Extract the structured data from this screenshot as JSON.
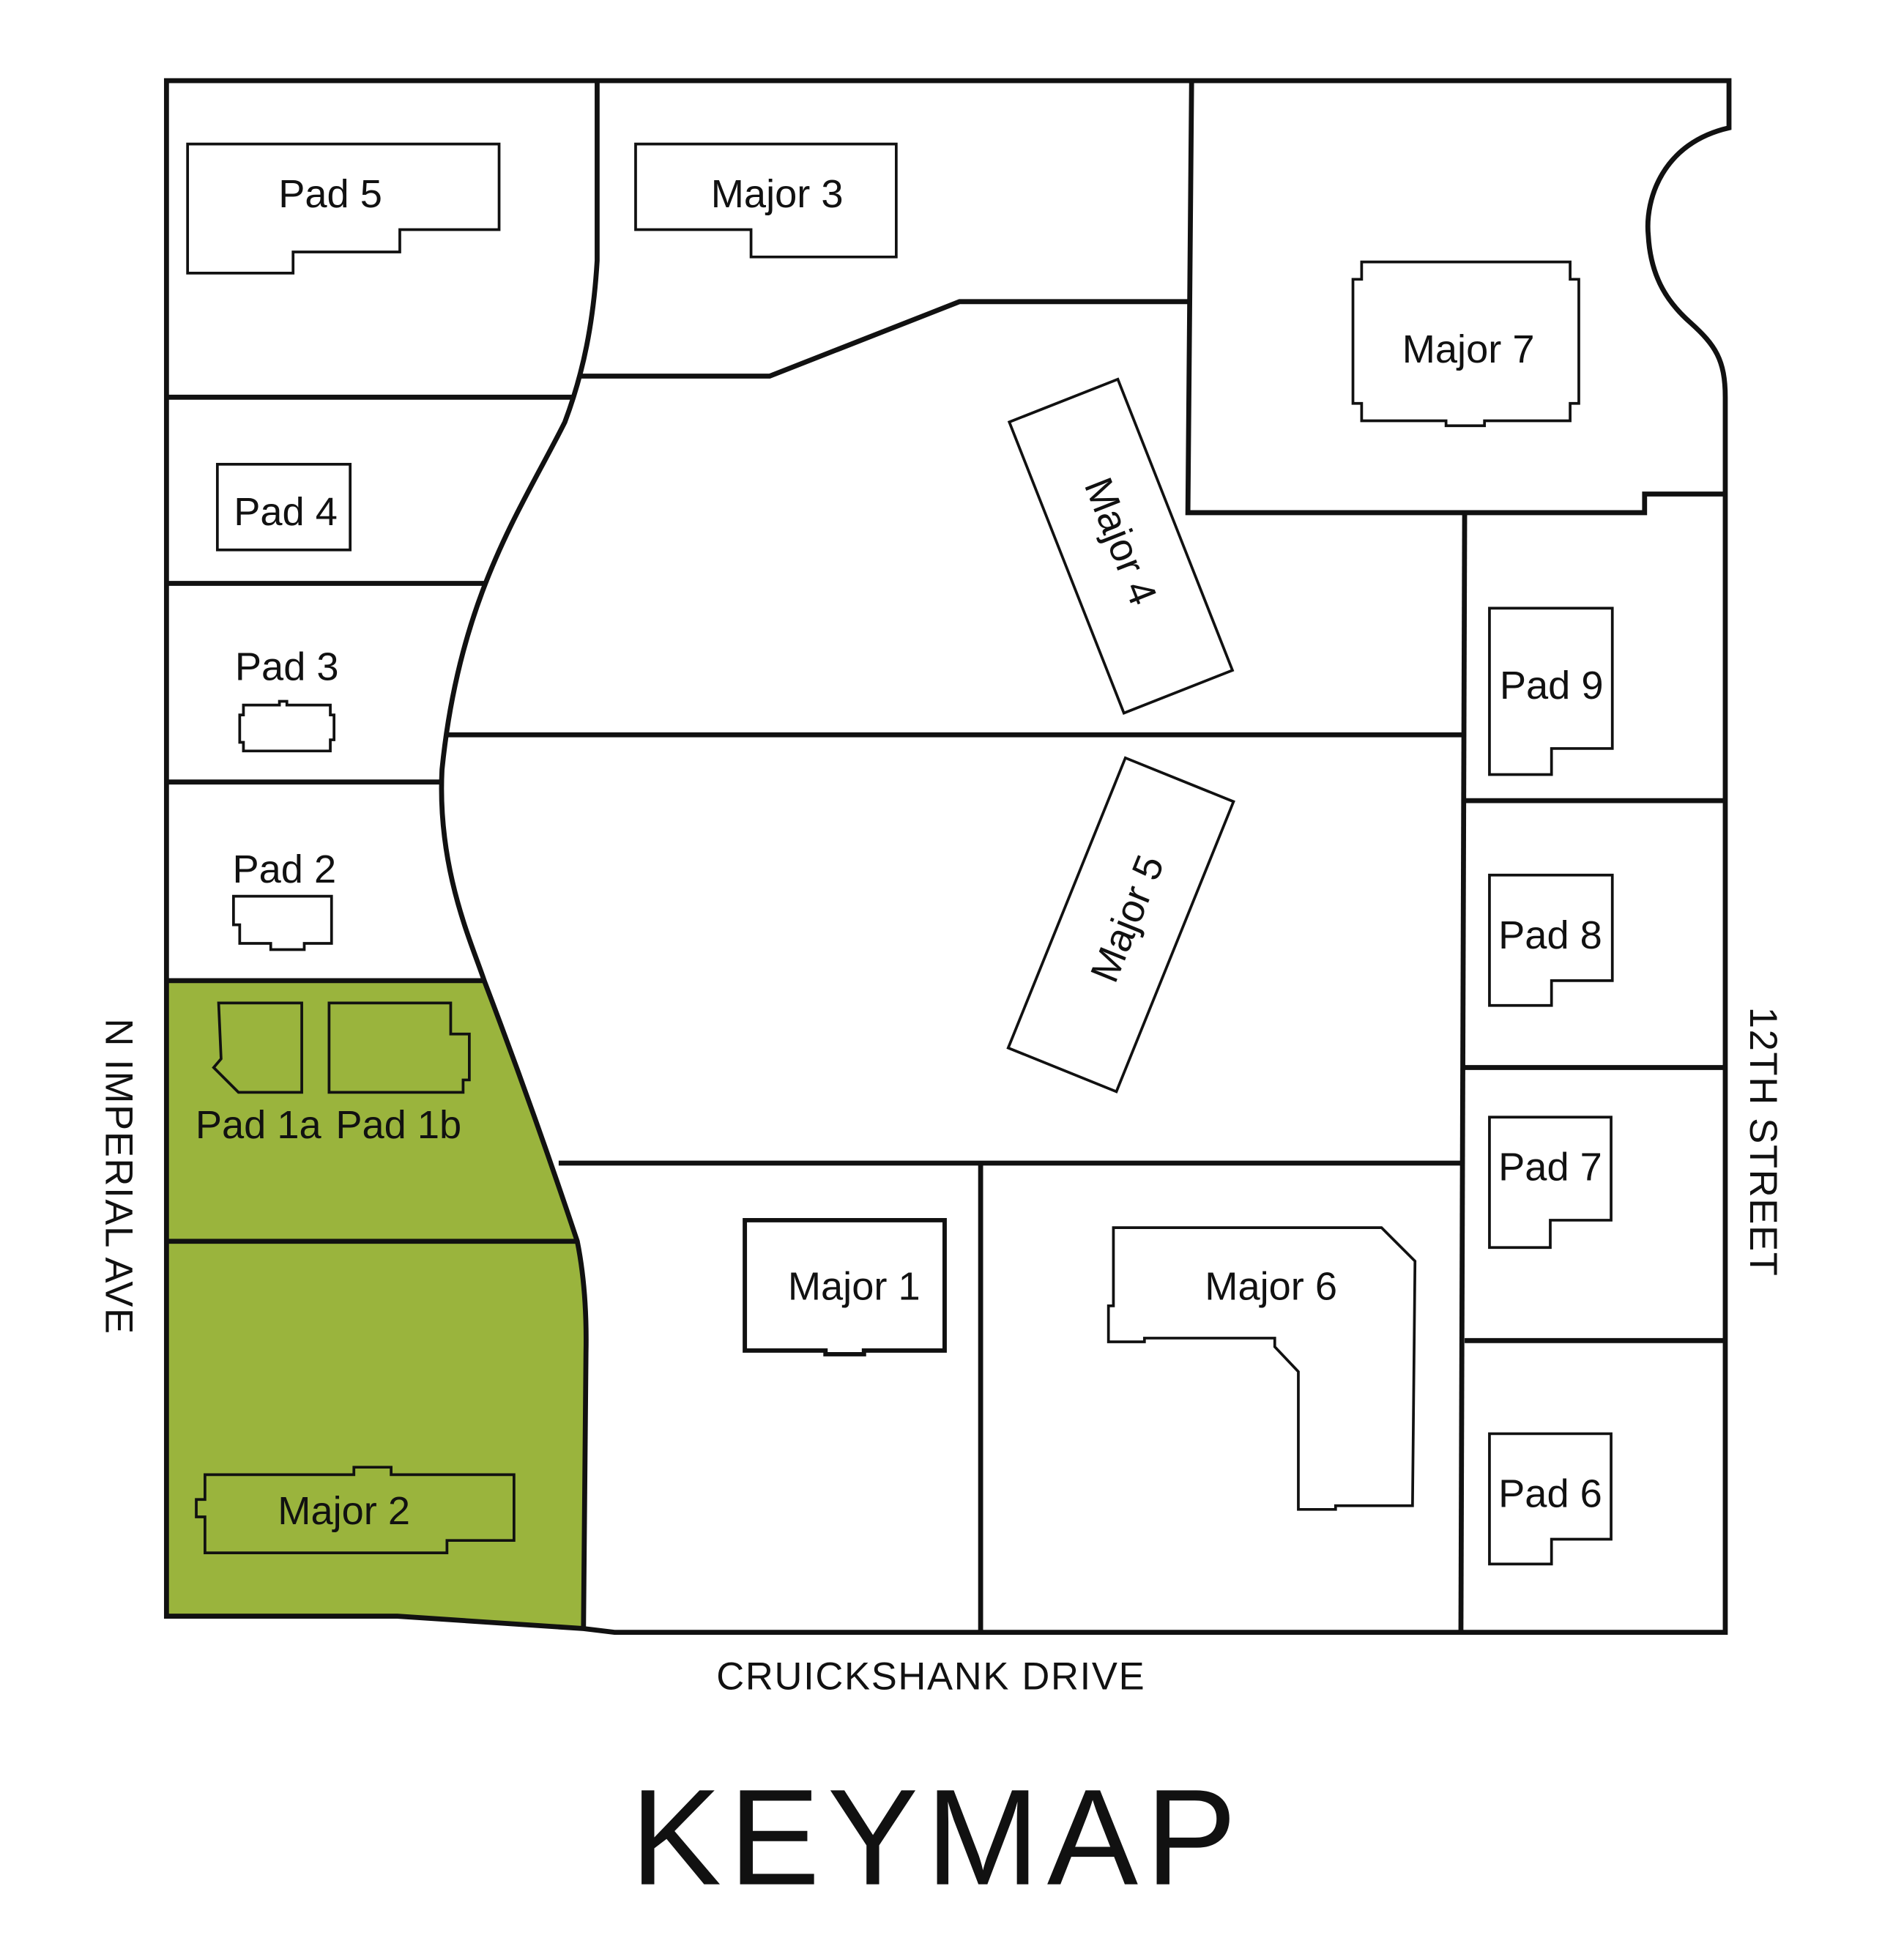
{
  "map": {
    "title": "KEYMAP",
    "highlight_color": "#9ab43d",
    "line_color": "#111111",
    "streets": {
      "west": "N IMPERIAL AVE",
      "south": "CRUICKSHANK DRIVE",
      "east": "12TH STREET"
    },
    "labels": {
      "pad5": "Pad 5",
      "pad4": "Pad 4",
      "pad3": "Pad 3",
      "pad2": "Pad 2",
      "pad1a": "Pad 1a",
      "pad1b": "Pad 1b",
      "pad6": "Pad 6",
      "pad7": "Pad 7",
      "pad8": "Pad 8",
      "pad9": "Pad 9",
      "major1": "Major 1",
      "major2": "Major 2",
      "major3": "Major 3",
      "major4": "Major 4",
      "major5": "Major 5",
      "major6": "Major 6",
      "major7": "Major 7"
    }
  }
}
